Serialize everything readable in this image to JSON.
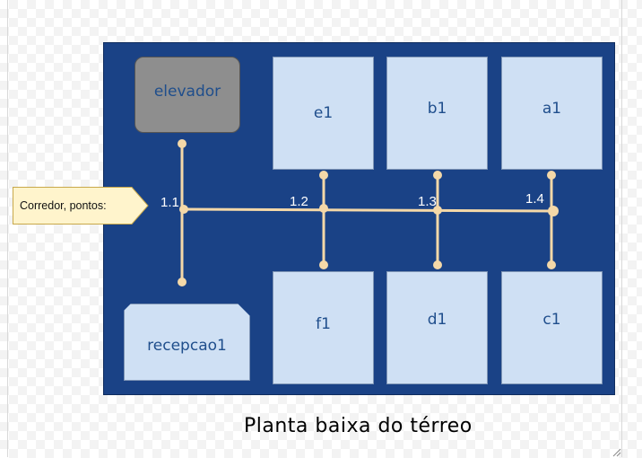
{
  "rooms": {
    "elevator": "elevador",
    "reception": "recepcao1",
    "e1": "e1",
    "b1": "b1",
    "a1": "a1",
    "f1": "f1",
    "d1": "d1",
    "c1": "c1"
  },
  "points": {
    "p1": "1.1",
    "p2": "1.2",
    "p3": "1.3",
    "p4": "1.4"
  },
  "callout": "Corredor, pontos:",
  "title": "Planta baixa do térreo",
  "colors": {
    "plan_bg": "#1a4286",
    "room_fill": "#cfe0f4",
    "elevator_fill": "#8e8e8e",
    "room_text": "#1f4e8c",
    "path": "#f4d8a8",
    "callout_fill": "#fff4cc"
  }
}
